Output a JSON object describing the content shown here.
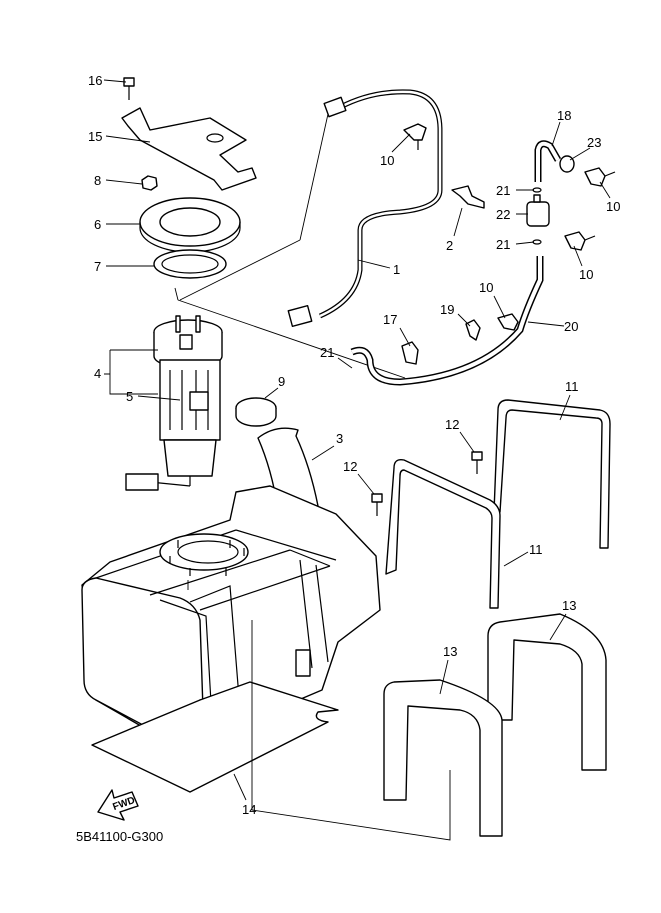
{
  "diagram_code": "5B41100-G300",
  "fwd_label": "FWD",
  "callouts": [
    "16",
    "15",
    "8",
    "6",
    "7",
    "4",
    "5",
    "1",
    "10",
    "2",
    "18",
    "23",
    "21",
    "22",
    "21",
    "10",
    "10",
    "10",
    "19",
    "17",
    "20",
    "21",
    "9",
    "3",
    "11",
    "12",
    "12",
    "11",
    "13",
    "13",
    "14"
  ]
}
